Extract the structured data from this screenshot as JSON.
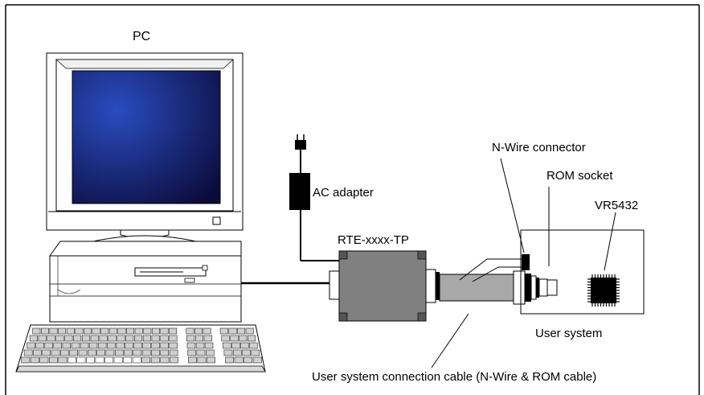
{
  "labels": {
    "pc": "PC",
    "ac_adapter": "AC adapter",
    "probe": "RTE-xxxx-TP",
    "nwire_connector": "N-Wire connector",
    "rom_socket": "ROM socket",
    "cpu": "VR5432",
    "user_system": "User system",
    "cable": "User system connection cable (N-Wire & ROM cable)"
  },
  "colors": {
    "screen_dark": "#0b0b3a",
    "screen_light": "#2a4cc0",
    "probe_body": "#808080",
    "cable_gray": "#a8a8a8",
    "chip": "#000000"
  }
}
